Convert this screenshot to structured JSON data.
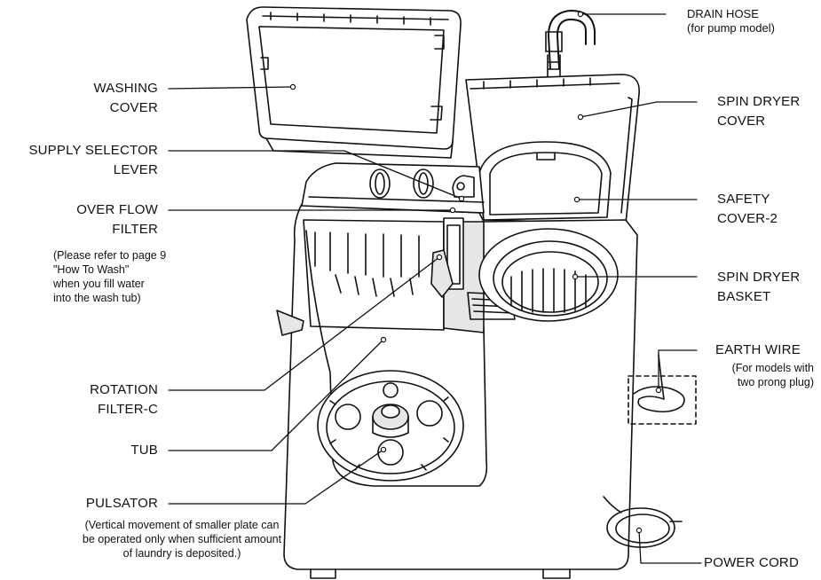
{
  "labels": {
    "washing_cover": [
      "WASHING",
      "COVER"
    ],
    "supply_selector_lever": [
      "SUPPLY SELECTOR",
      "LEVER"
    ],
    "over_flow_filter": [
      "OVER FLOW",
      "FILTER"
    ],
    "over_flow_filter_note": [
      "(Please refer to page 9",
      "\"How To Wash\"",
      "when you fill water",
      "into the wash tub)"
    ],
    "rotation_filter": [
      "ROTATION",
      "FILTER-C"
    ],
    "tub": "TUB",
    "pulsator": "PULSATOR",
    "pulsator_note": [
      "(Vertical movement of smaller plate can",
      "be operated only when sufficient amount",
      "of laundry is deposited.)"
    ],
    "drain_hose": "DRAIN  HOSE",
    "drain_hose_note": "(for pump model)",
    "spin_dryer_cover": [
      "SPIN DRYER",
      "COVER"
    ],
    "safety_cover": [
      "SAFETY",
      "COVER-2"
    ],
    "spin_dryer_basket": [
      "SPIN DRYER",
      "BASKET"
    ],
    "earth_wire": "EARTH WIRE",
    "earth_wire_note": [
      "(For models with",
      "two prong plug)"
    ],
    "power_cord": "POWER CORD"
  },
  "colors": {
    "line": "#111111",
    "body_fill": "#ffffff",
    "shade": "#e6e6e6"
  }
}
